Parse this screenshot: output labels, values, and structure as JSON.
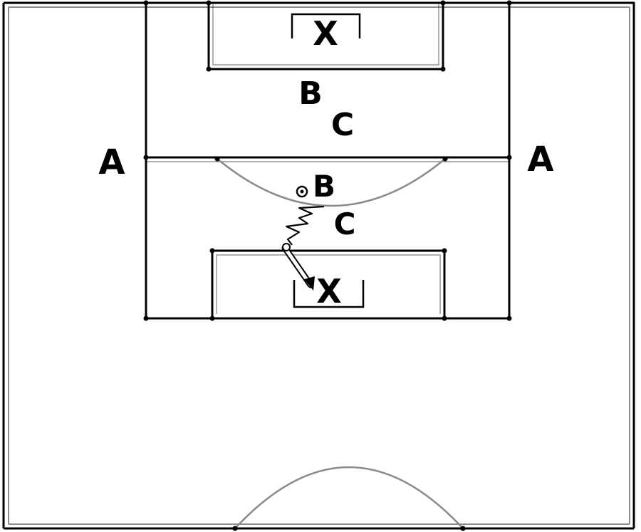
{
  "labels": {
    "goalkeeper_top": "X",
    "goalkeeper_bottom": "X",
    "wide_left": "A",
    "wide_right": "A",
    "player_b_top": "B",
    "player_c_top": "C",
    "player_b_bottom": "B",
    "player_c_bottom": "C"
  },
  "colors": {
    "line": "#000000",
    "arc": "#8a8a8a",
    "background": "#ffffff"
  }
}
